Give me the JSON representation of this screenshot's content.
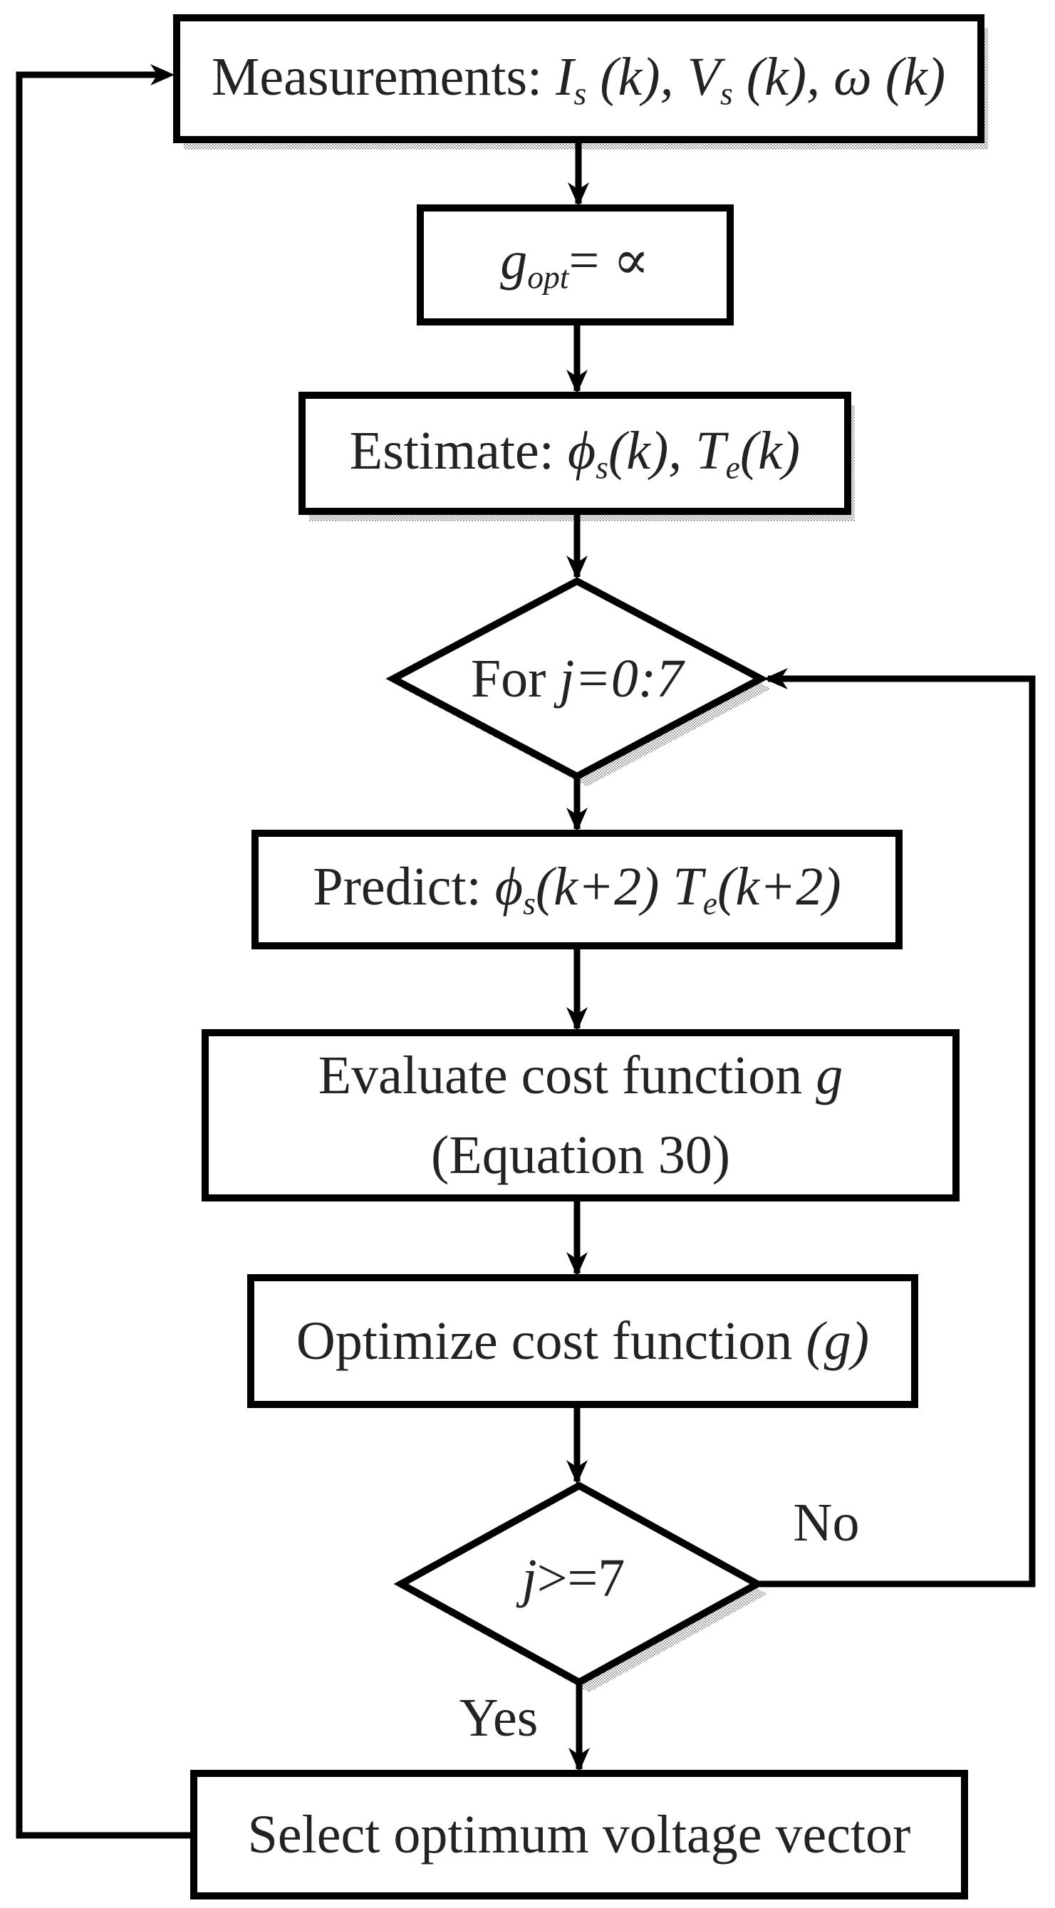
{
  "figure": {
    "type": "flowchart",
    "colors": {
      "background": "#ffffff",
      "border": "#000000",
      "ink": "#232323",
      "shadow_dot": "#808080"
    },
    "nodes": {
      "measurements": {
        "shape": "rectangle",
        "runs": [
          {
            "t": "Measurements: "
          },
          {
            "t": "I",
            "i": 1
          },
          {
            "t": "s",
            "i": 1,
            "s": 1
          },
          {
            "t": " (k),  ",
            "i": 1
          },
          {
            "t": "V",
            "i": 1
          },
          {
            "t": "s",
            "i": 1,
            "s": 1
          },
          {
            "t": " (k),  ",
            "i": 1
          },
          {
            "t": "ω",
            "i": 1
          },
          {
            "t": " (k)",
            "i": 1
          }
        ]
      },
      "init": {
        "shape": "rectangle",
        "runs": [
          {
            "t": "g",
            "i": 1
          },
          {
            "t": "opt",
            "i": 1,
            "s": 1
          },
          {
            "t": "= "
          },
          {
            "t": "∝",
            "i": 1
          }
        ]
      },
      "estimate": {
        "shape": "rectangle",
        "runs": [
          {
            "t": "Estimate: "
          },
          {
            "t": "ϕ",
            "i": 1
          },
          {
            "t": "s",
            "i": 1,
            "s": 1
          },
          {
            "t": "(k), ",
            "i": 1
          },
          {
            "t": "T",
            "i": 1
          },
          {
            "t": "e",
            "i": 1,
            "s": 1
          },
          {
            "t": "(k)",
            "i": 1
          }
        ]
      },
      "for_loop": {
        "shape": "diamond",
        "runs": [
          {
            "t": "For "
          },
          {
            "t": "j=0:7",
            "i": 1
          }
        ]
      },
      "predict": {
        "shape": "rectangle",
        "runs": [
          {
            "t": "Predict: "
          },
          {
            "t": "ϕ",
            "i": 1
          },
          {
            "t": "s",
            "i": 1,
            "s": 1
          },
          {
            "t": "(k+2)  ",
            "i": 1
          },
          {
            "t": "T",
            "i": 1
          },
          {
            "t": "e",
            "i": 1,
            "s": 1
          },
          {
            "t": "(k+2)",
            "i": 1
          }
        ]
      },
      "evaluate": {
        "shape": "rectangle",
        "runs": [
          {
            "t": "Evaluate cost function "
          },
          {
            "t": "g",
            "i": 1
          }
        ],
        "runs2": [
          {
            "t": "(Equation 30)"
          }
        ]
      },
      "optimize": {
        "shape": "rectangle",
        "runs": [
          {
            "t": "Optimize cost function "
          },
          {
            "t": "(g)",
            "i": 1
          }
        ]
      },
      "j_check": {
        "shape": "diamond",
        "runs": [
          {
            "t": "j",
            "i": 1
          },
          {
            "t": ">=7"
          }
        ]
      },
      "select": {
        "shape": "rectangle",
        "runs": [
          {
            "t": "Select optimum voltage vector"
          }
        ]
      }
    },
    "branch_labels": {
      "no": "No",
      "yes": "Yes"
    },
    "edges": [
      {
        "from": "measurements",
        "to": "init"
      },
      {
        "from": "init",
        "to": "estimate"
      },
      {
        "from": "estimate",
        "to": "for_loop"
      },
      {
        "from": "for_loop",
        "to": "predict"
      },
      {
        "from": "predict",
        "to": "evaluate"
      },
      {
        "from": "evaluate",
        "to": "optimize"
      },
      {
        "from": "optimize",
        "to": "j_check"
      },
      {
        "from": "j_check",
        "to": "select",
        "label": "Yes"
      },
      {
        "from": "j_check",
        "to": "for_loop",
        "label": "No"
      },
      {
        "from": "select",
        "to": "measurements"
      }
    ]
  }
}
